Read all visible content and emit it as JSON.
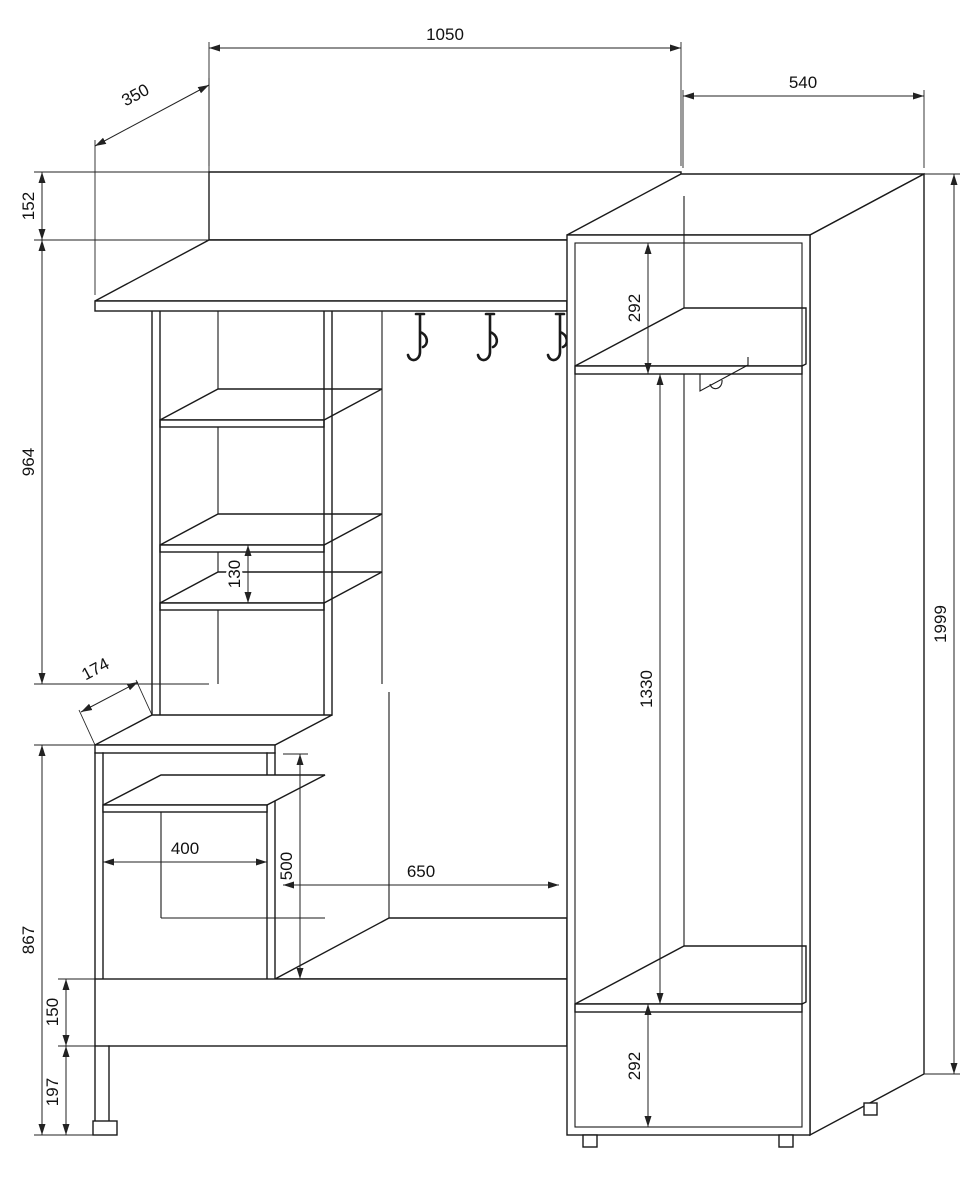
{
  "drawing": {
    "type": "furniture-technical-drawing",
    "subject": "hallway wardrobe unit with open shelves, coat hooks and tall cabinet",
    "units": "mm",
    "hooks_count": 3,
    "colors": {
      "line": "#1a1a1a",
      "background": "#ffffff"
    },
    "dimensions": {
      "depth": "350",
      "left_width": "1050",
      "right_width": "540",
      "backsplash_height": "152",
      "upper_section_height": "964",
      "shelf_gap": "130",
      "lower_depth": "174",
      "lower_section_height": "867",
      "bench_height": "150",
      "base_clearance": "197",
      "cabinet_width": "400",
      "middle_opening_height": "500",
      "middle_opening_width": "650",
      "top_compartment_height": "292",
      "hanging_height": "1330",
      "bottom_compartment_height": "292",
      "total_height": "1999"
    }
  }
}
